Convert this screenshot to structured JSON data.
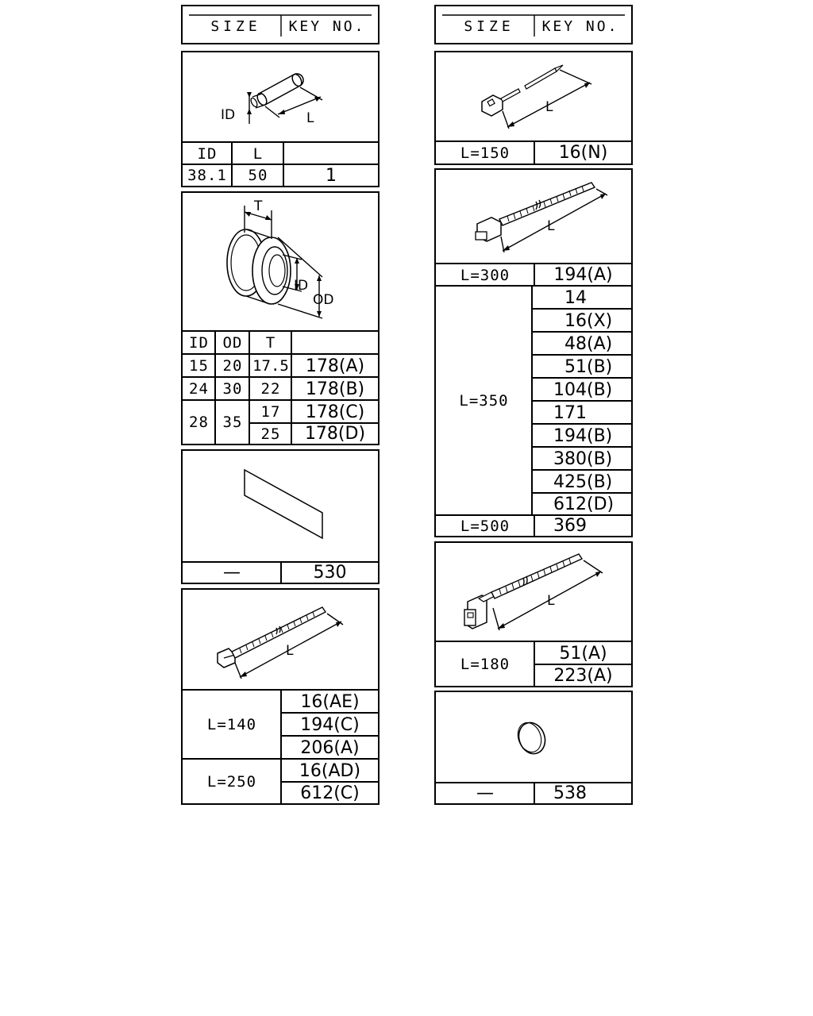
{
  "left_column": {
    "header": {
      "size": "SIZE",
      "key_no": "KEY NO."
    },
    "pipe": {
      "dim_labels": {
        "id": "ID",
        "l": "L"
      },
      "columns": [
        "ID",
        "L",
        ""
      ],
      "row": {
        "id": "38.1",
        "l": "50",
        "key": "1"
      }
    },
    "grommet": {
      "dim_labels": {
        "t": "T",
        "id": "ID",
        "od": "OD"
      },
      "columns": [
        "ID",
        "OD",
        "T",
        ""
      ],
      "rows": [
        {
          "id": "15",
          "od": "20",
          "t": "17.5",
          "key": "178(A)"
        },
        {
          "id": "24",
          "od": "30",
          "t": "22",
          "key": "178(B)"
        },
        {
          "id": "28",
          "od": "35",
          "t": "17",
          "key": "178(C)"
        },
        {
          "t": "25",
          "key": "178(D)"
        }
      ]
    },
    "sheet": {
      "size": "—",
      "key": "530"
    },
    "band_clip": {
      "dim_label": "L",
      "groups": [
        {
          "size": "L=140",
          "keys": [
            "16(AE)",
            "194(C)",
            "206(A)"
          ]
        },
        {
          "size": "L=250",
          "keys": [
            "16(AD)",
            "612(C)"
          ]
        }
      ]
    }
  },
  "right_column": {
    "header": {
      "size": "SIZE",
      "key_no": "KEY NO."
    },
    "small_band": {
      "dim_label": "L",
      "size": "L=150",
      "key": "16(N)"
    },
    "band": {
      "dim_label": "L",
      "groups": [
        {
          "size": "L=300",
          "keys": [
            "194(A)"
          ]
        },
        {
          "size": "L=350",
          "keys": [
            "14",
            "16(X)",
            "48(A)",
            "51(B)",
            "104(B)",
            "171",
            "194(B)",
            "380(B)",
            "425(B)",
            "612(D)"
          ]
        },
        {
          "size": "L=500",
          "keys": [
            "369"
          ]
        }
      ]
    },
    "mount_band": {
      "dim_label": "L",
      "size": "L=180",
      "keys": [
        "51(A)",
        "223(A)"
      ]
    },
    "cap": {
      "size": "—",
      "key": "538"
    }
  }
}
